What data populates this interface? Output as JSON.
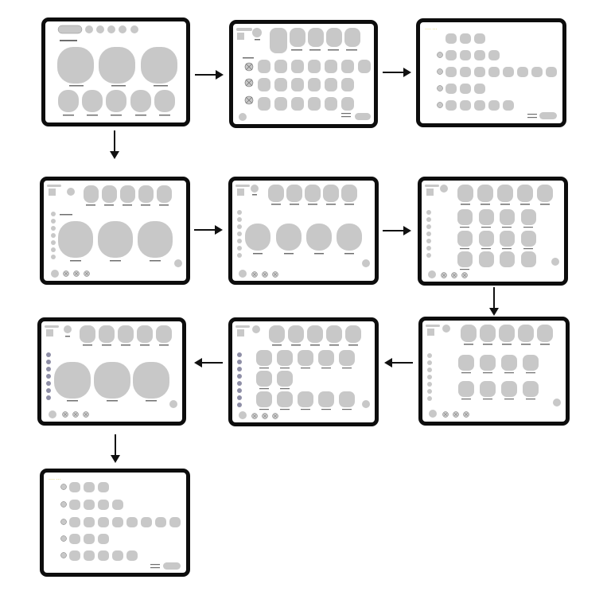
{
  "colors": {
    "frame": "#0d0d0d",
    "tile": "#c8c8c8",
    "tile_stroke": "#8c8c8c",
    "caption_bar": "#6e6e6e",
    "accent_bar": "#8e8ea6",
    "tiny_label": "#c9b200"
  },
  "screens": [
    {
      "id": "1",
      "kind": "home-grid"
    },
    {
      "id": "2",
      "kind": "mixed-grid"
    },
    {
      "id": "3",
      "kind": "list-rows",
      "tiny_label": "···· ···"
    },
    {
      "id": "4",
      "kind": "sidebar-large"
    },
    {
      "id": "5",
      "kind": "sidebar-four"
    },
    {
      "id": "6",
      "kind": "sidebar-grid"
    },
    {
      "id": "7",
      "kind": "sidebar-two-rows"
    },
    {
      "id": "8",
      "kind": "sidebar-mixed"
    },
    {
      "id": "9",
      "kind": "sidebar-large-accent"
    },
    {
      "id": "10",
      "kind": "list-rows",
      "tiny_label": "···· ···"
    }
  ],
  "arrows": [
    "right",
    "right",
    "down",
    "right",
    "right",
    "down",
    "left",
    "left",
    "down"
  ]
}
